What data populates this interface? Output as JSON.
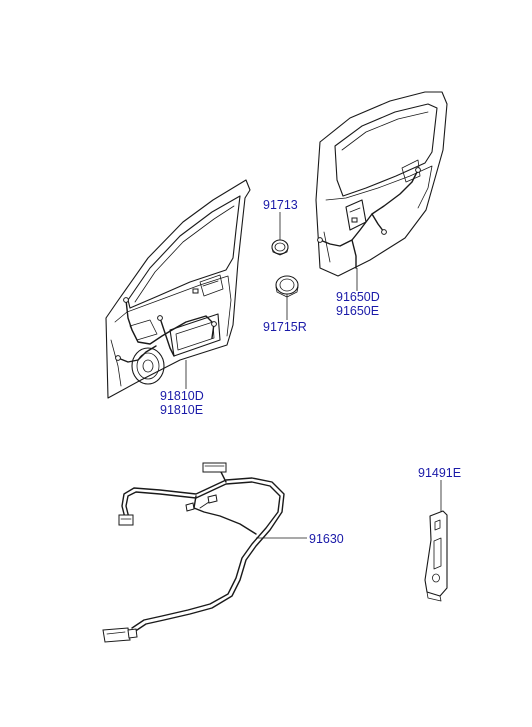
{
  "labels": {
    "front_door_1": "91810D",
    "front_door_2": "91810E",
    "grommet_1": "91713",
    "grommet_2": "91715R",
    "rear_door_1": "91650D",
    "rear_door_2": "91650E",
    "main_harness": "91630",
    "bracket": "91491E"
  },
  "colors": {
    "label_text": "#1a1aa8",
    "line_art": "#1a1a1a",
    "background": "#ffffff"
  }
}
